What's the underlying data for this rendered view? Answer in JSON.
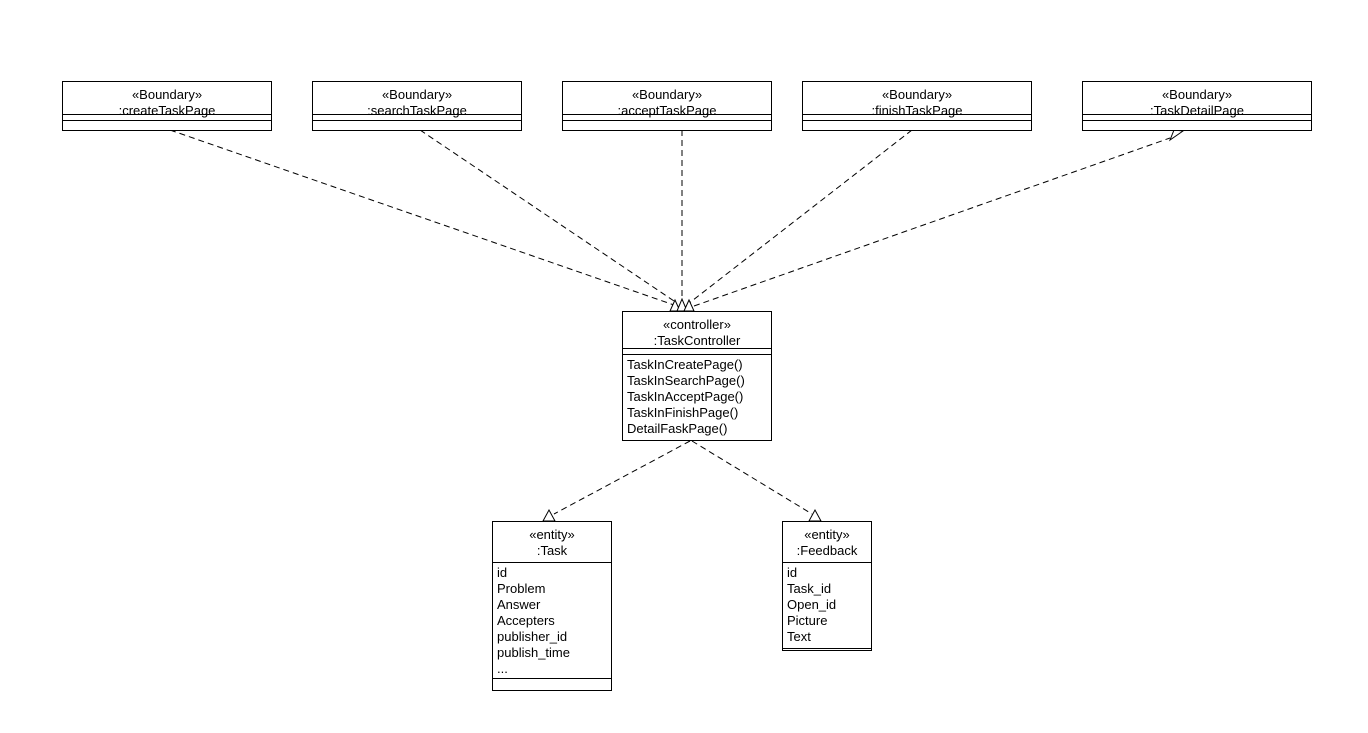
{
  "boundaries": [
    {
      "stereotype": "«Boundary»",
      "name": ":createTaskPage"
    },
    {
      "stereotype": "«Boundary»",
      "name": ":searchTaskPage"
    },
    {
      "stereotype": "«Boundary»",
      "name": ":acceptTaskPage"
    },
    {
      "stereotype": "«Boundary»",
      "name": ":finishTaskPage"
    },
    {
      "stereotype": "«Boundary»",
      "name": ":TaskDetailPage"
    }
  ],
  "controller": {
    "stereotype": "«controller»",
    "name": ":TaskController",
    "operations": [
      "TaskInCreatePage()",
      "TaskInSearchPage()",
      "TaskInAcceptPage()",
      "TaskInFinishPage()",
      "DetailFaskPage()"
    ]
  },
  "task": {
    "stereotype": "«entity»",
    "name": ":Task",
    "attributes": [
      "id",
      "Problem",
      "Answer",
      "Accepters",
      "publisher_id",
      "publish_time",
      "..."
    ]
  },
  "feedback": {
    "stereotype": "«entity»",
    "name": ":Feedback",
    "attributes": [
      "id",
      "Task_id",
      "Open_id",
      "Picture",
      "Text"
    ]
  }
}
